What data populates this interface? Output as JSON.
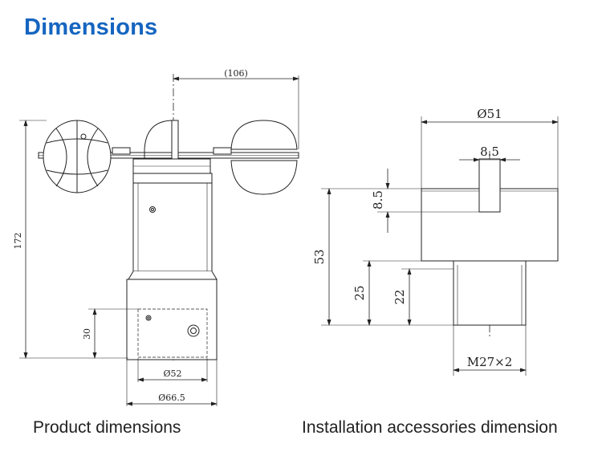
{
  "header": {
    "title": "Dimensions"
  },
  "captions": {
    "left": "Product dimensions",
    "right": "Installation accessories dimension"
  },
  "product": {
    "dims": {
      "width_total": "(106)",
      "height": "172",
      "mount_height": "30",
      "hole_spacing": "Ø52",
      "base_width": "Ø66.5"
    }
  },
  "accessory": {
    "dims": {
      "diameter": "Ø51",
      "slot_width": "8.5",
      "slot_depth": "8.5",
      "total_height": "53",
      "lower_height": "25",
      "thread_length": "22",
      "thread": "M27×2"
    }
  },
  "colors": {
    "title": "#1565c0",
    "lines": "#222222"
  }
}
